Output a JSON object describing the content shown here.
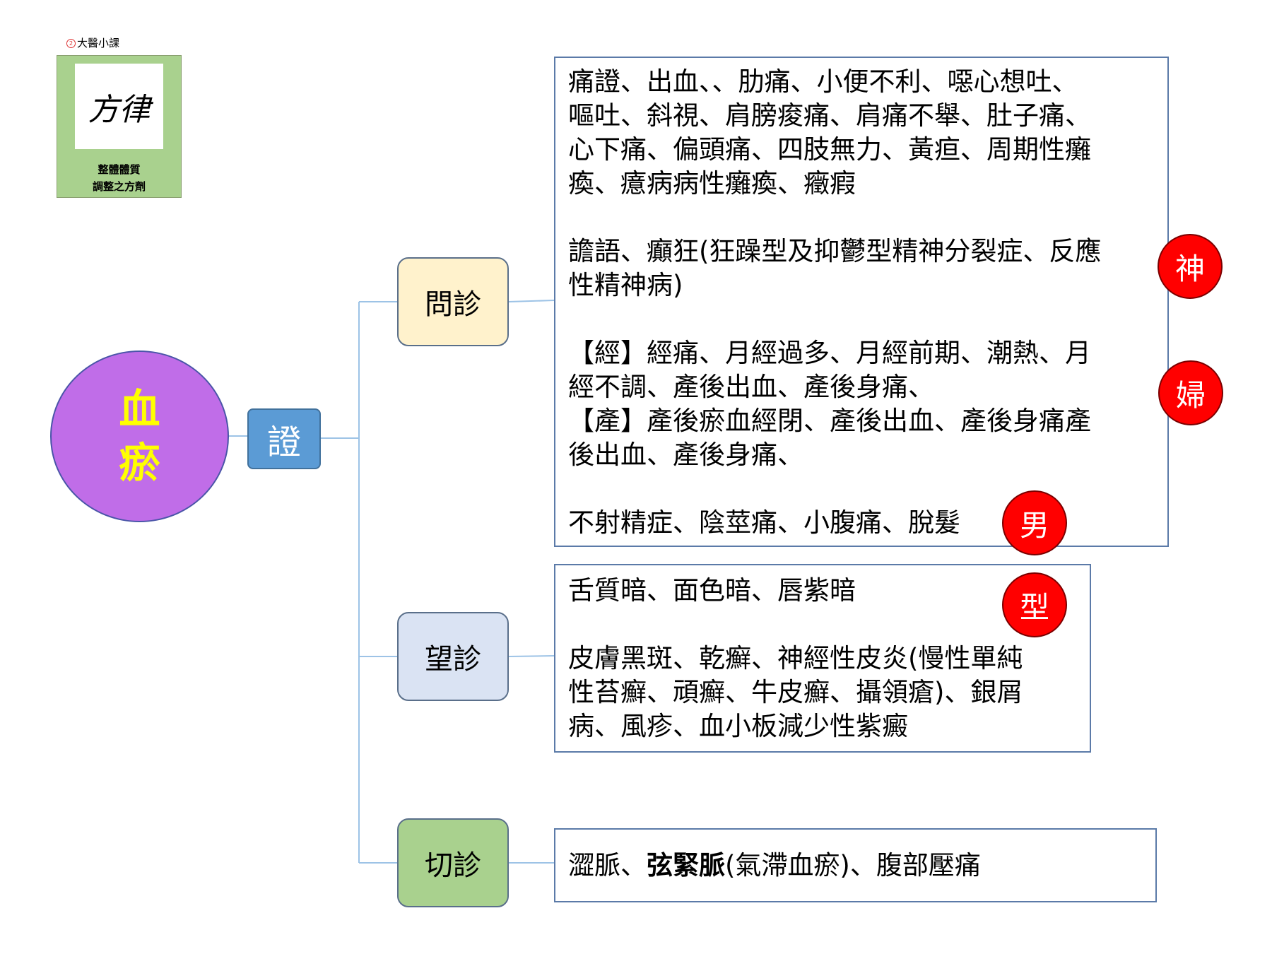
{
  "brand": {
    "text": "大醫小課",
    "dot": "2"
  },
  "logo": {
    "calligraphy": "方律",
    "caption_line1": "整體體質",
    "caption_line2": "調整之方劑"
  },
  "root": {
    "char1": "血",
    "char2": "瘀"
  },
  "middle": {
    "label": "證"
  },
  "categories": [
    {
      "label": "問診"
    },
    {
      "label": "望診"
    },
    {
      "label": "切診"
    }
  ],
  "wen_details": {
    "line1": "痛證、出血、、肋痛、小便不利、噁心想吐、",
    "line2": "嘔吐、斜視、肩膀痠痛、肩痛不舉、肚子痛、",
    "line3": "心下痛、偏頭痛、四肢無力、黃疸、周期性癱",
    "line4": "瘓、癔病病性癱瘓、癥瘕",
    "line5": "譫語、癲狂(狂躁型及抑鬱型精神分裂症、反應",
    "line6": "性精神病)",
    "line7": "【經】經痛、月經過多、月經前期、潮熱、月",
    "line8": "經不調、產後出血、產後身痛、",
    "line9": "【產】產後瘀血經閉、產後出血、產後身痛產",
    "line10": "後出血、產後身痛、",
    "line11": "不射精症、陰莖痛、小腹痛、脫髮"
  },
  "wang_details": {
    "line1": "舌質暗、面色暗、唇紫暗",
    "line2": "皮膚黑斑、乾癬、神經性皮炎(慢性單純",
    "line3": "性苔癬、頑癬、牛皮癬、攝領瘡)、銀屑",
    "line4": "病、風疹、血小板減少性紫癜"
  },
  "qie_details": {
    "part1": "澀脈、",
    "part2": "弦緊脈",
    "part3": "(氣滯血瘀)、腹部壓痛"
  },
  "badges": {
    "shen": "神",
    "fu": "婦",
    "nan": "男",
    "xing": "型"
  },
  "colors": {
    "root_fill": "#c06de8",
    "root_text": "#ffff00",
    "middle_fill": "#5b9bd5",
    "wen_fill": "#fff2cc",
    "wang_fill": "#dae3f3",
    "qie_fill": "#a9d18e",
    "badge_fill": "#ff0000",
    "connector": "#9dc3e6",
    "logo_fill": "#a9d18e"
  }
}
